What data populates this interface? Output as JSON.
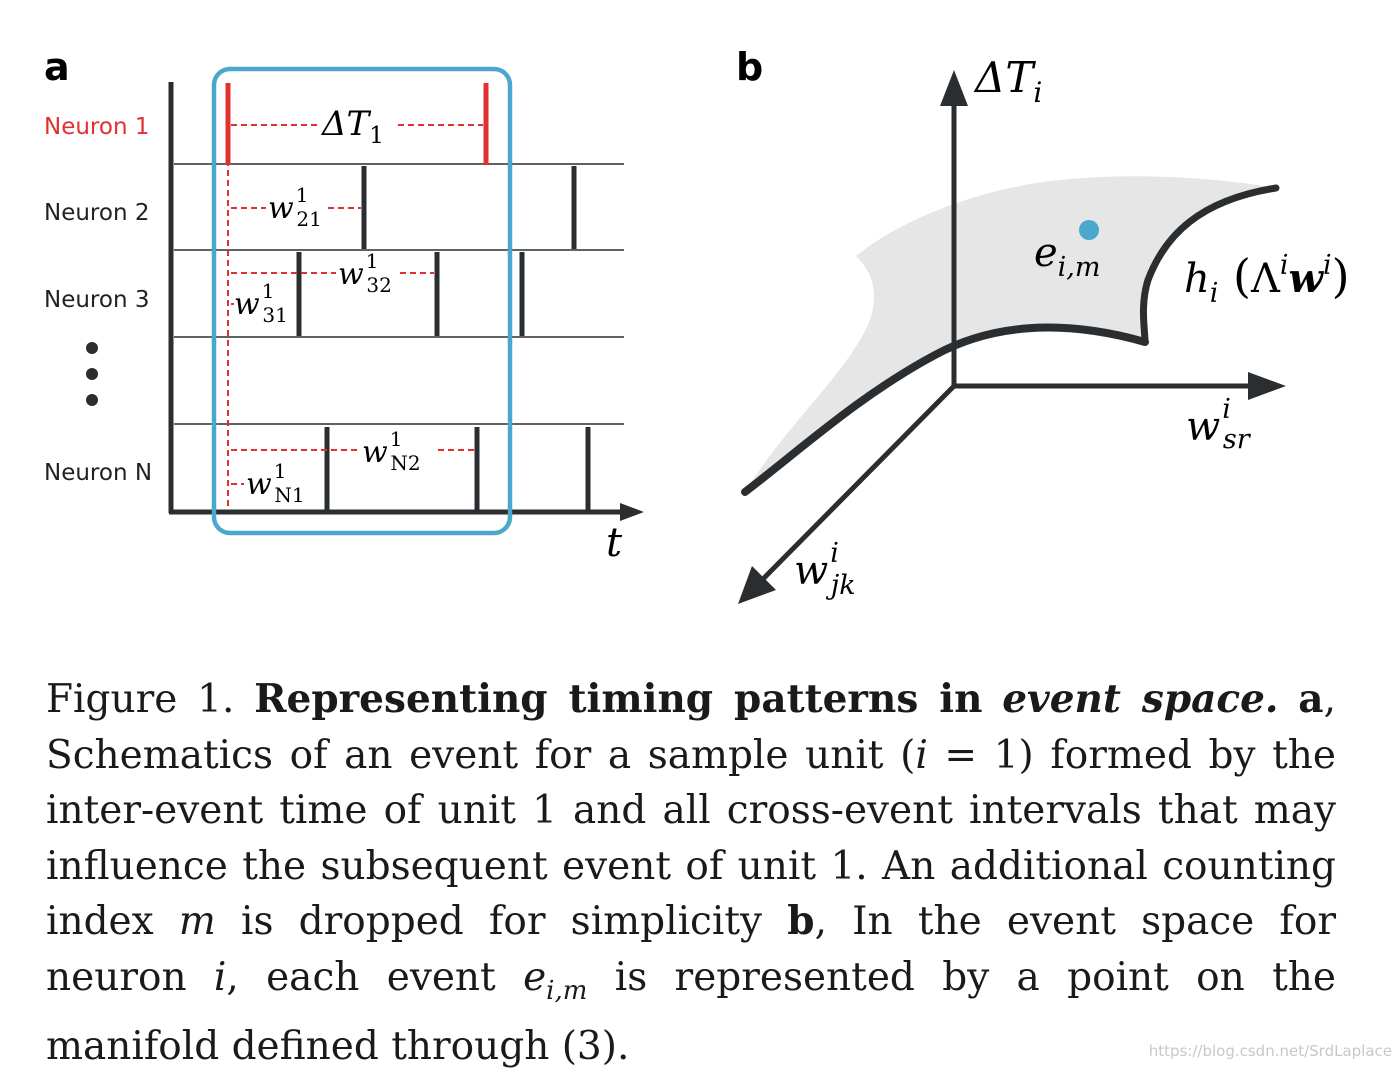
{
  "panel_a": {
    "letter": "a",
    "neurons": [
      "Neuron 1",
      "Neuron 2",
      "Neuron 3",
      "Neuron N"
    ],
    "delta_t": "ΔT",
    "delta_t_sub": "1",
    "w21": {
      "base": "w",
      "sup": "1",
      "sub": "21"
    },
    "w31": {
      "base": "w",
      "sup": "1",
      "sub": "31"
    },
    "w32": {
      "base": "w",
      "sup": "1",
      "sub": "32"
    },
    "wN1": {
      "base": "w",
      "sup": "1",
      "sub": "N1"
    },
    "wN2": {
      "base": "w",
      "sup": "1",
      "sub": "N2"
    },
    "t_axis": "t"
  },
  "panel_b": {
    "letter": "b",
    "delta_t_base": "ΔT",
    "delta_t_sub": "i",
    "event_base": "e",
    "event_sub": "i,m",
    "manifold": {
      "h": "h",
      "h_sub": "i",
      "lambda": "Λ",
      "lambda_sup": "i",
      "w": "w",
      "w_sup": "i"
    },
    "w_sr": {
      "base": "w",
      "sup": "i",
      "sub": "sr"
    },
    "w_jk": {
      "base": "w",
      "sup": "i",
      "sub": "jk"
    }
  },
  "caption": {
    "fig_label": "Figure 1.",
    "title": "Representing timing patterns in",
    "title_em": "event space.",
    "a_label": "a",
    "a_text_1": ", Schematics of an event for a sample unit (",
    "a_math": "i",
    "a_eq": " = 1) formed by the inter-event time of unit 1 and all cross-event intervals that may influence the subsequent event of unit 1.  An additional counting index ",
    "m_math": "m",
    "a_text_2": " is dropped for simplicity ",
    "b_label": "b",
    "b_text_1": ", In the event space for neuron ",
    "b_math_i": "i",
    "b_text_2": ", each event ",
    "b_e": "e",
    "b_e_sub": "i,m",
    "b_text_3": " is represented by a point on the manifold defined through (3)."
  },
  "watermark": "https://blog.csdn.net/SrdLaplace",
  "colors": {
    "red": "#e03030",
    "blue": "#4aa8cc",
    "dark": "#2b2e30",
    "surface": "#e8e8e8"
  }
}
